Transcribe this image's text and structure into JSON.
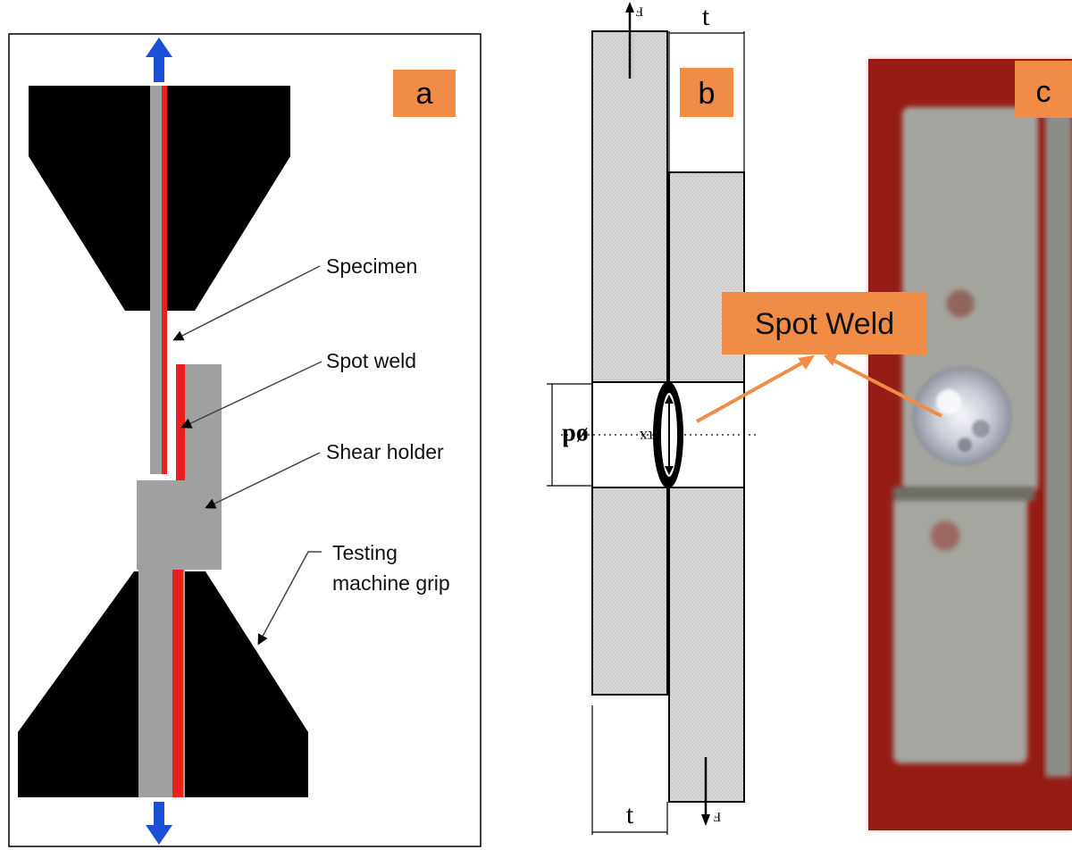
{
  "panel_a": {
    "tag": "a",
    "labels": {
      "specimen": "Specimen",
      "spot_weld": "Spot weld",
      "shear_holder": "Shear holder",
      "grip_line1": "Testing",
      "grip_line2": "machine grip"
    }
  },
  "panel_b": {
    "tag": "b",
    "force_top": "F",
    "force_bottom": "F",
    "thickness_top": "t",
    "thickness_bottom": "t",
    "diameter": "ød",
    "shear_stress": "τx"
  },
  "panel_c": {
    "tag": "c",
    "callout": "Spot Weld"
  },
  "colors": {
    "tag_bg": "#f08c46",
    "specimen_red": "#e8201e",
    "arrow_blue": "#1a4fd6",
    "callout_line": "#f08c46",
    "photo_bg": "#8e1b14"
  }
}
